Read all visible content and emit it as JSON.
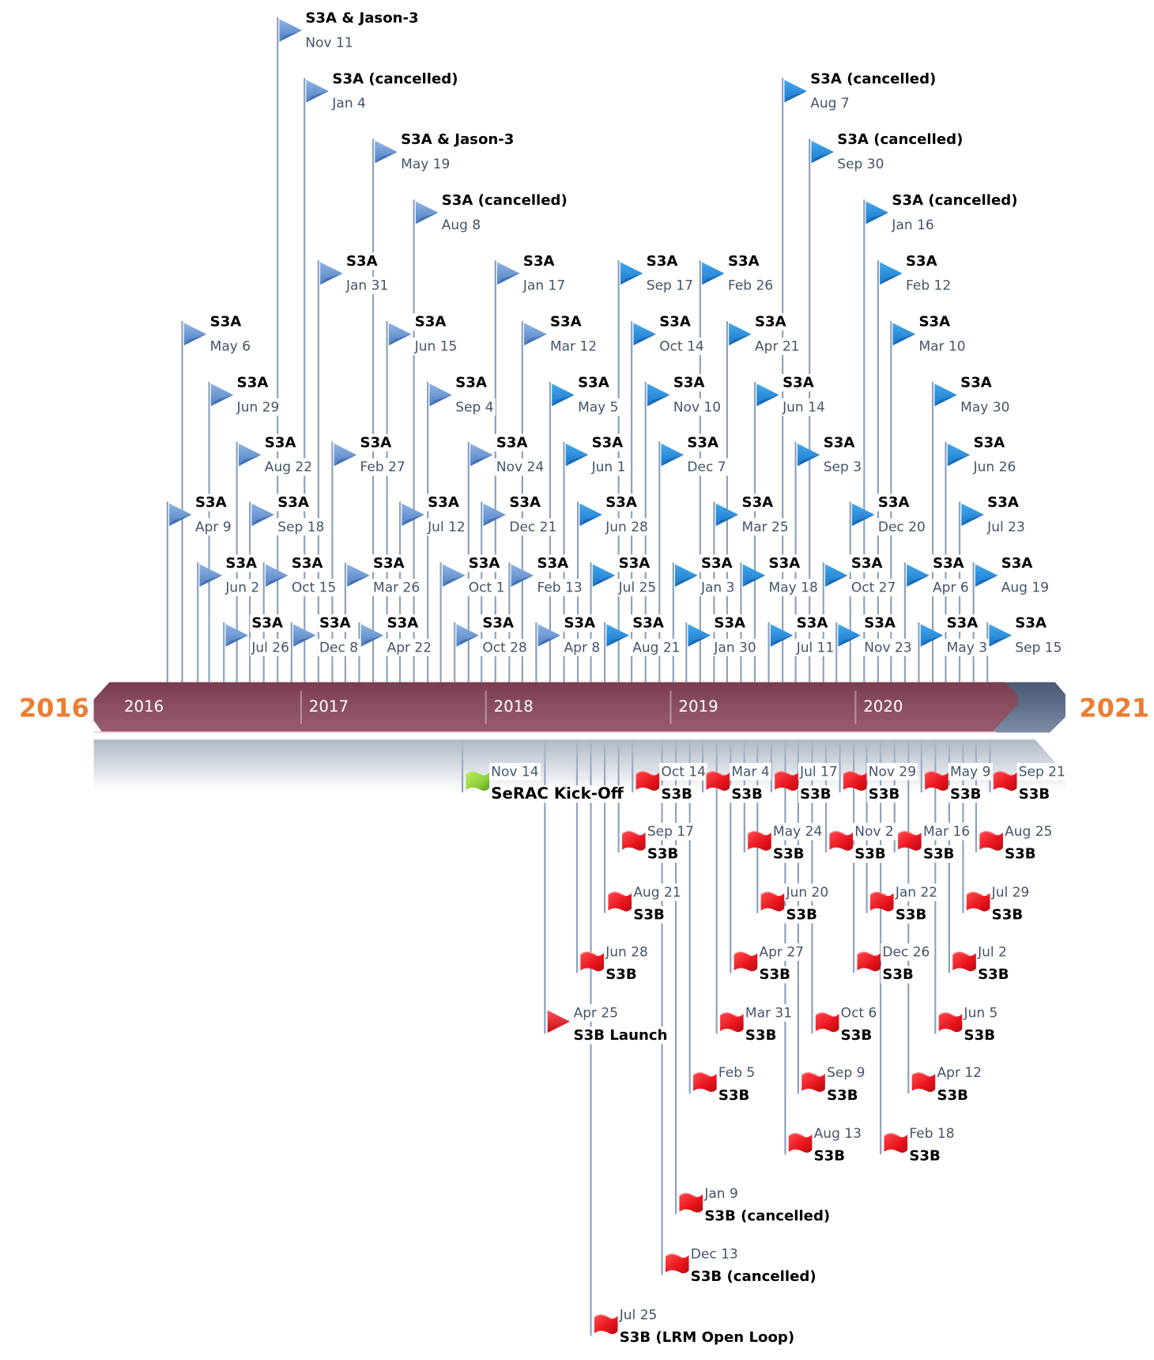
{
  "timeline": {
    "start_label": "2016",
    "end_label": "2021",
    "years": [
      "2016",
      "2017",
      "2018",
      "2019",
      "2020"
    ],
    "colors": {
      "bar": "#8c4a5e",
      "bar_end": "#5a6b86",
      "year_accent": "#ed7d31",
      "pole": "#8da2c0",
      "flag_blue_light": "#5b8fd1",
      "flag_blue": "#1a7fd0",
      "flag_red": "#e8141c",
      "flag_green": "#8ed13a",
      "date_text": "#44546a"
    }
  },
  "above_events": [
    {
      "title": "S3A",
      "date": "Apr 9"
    },
    {
      "title": "S3A",
      "date": "May 6"
    },
    {
      "title": "S3A",
      "date": "Jun 2"
    },
    {
      "title": "S3A",
      "date": "Jun 29"
    },
    {
      "title": "S3A",
      "date": "Jul 26"
    },
    {
      "title": "S3A",
      "date": "Aug 22"
    },
    {
      "title": "S3A",
      "date": "Sep 18"
    },
    {
      "title": "S3A",
      "date": "Oct 15"
    },
    {
      "title": "S3A & Jason-3",
      "date": "Nov 11"
    },
    {
      "title": "S3A",
      "date": "Dec 8"
    },
    {
      "title": "S3A (cancelled)",
      "date": "Jan 4"
    },
    {
      "title": "S3A",
      "date": "Jan 31"
    },
    {
      "title": "S3A",
      "date": "Feb 27"
    },
    {
      "title": "S3A",
      "date": "Mar 26"
    },
    {
      "title": "S3A",
      "date": "Apr 22"
    },
    {
      "title": "S3A & Jason-3",
      "date": "May 19"
    },
    {
      "title": "S3A",
      "date": "Jun 15"
    },
    {
      "title": "S3A",
      "date": "Jul 12"
    },
    {
      "title": "S3A (cancelled)",
      "date": "Aug 8"
    },
    {
      "title": "S3A",
      "date": "Sep 4"
    },
    {
      "title": "S3A",
      "date": "Oct 1"
    },
    {
      "title": "S3A",
      "date": "Oct 28"
    },
    {
      "title": "S3A",
      "date": "Nov 24"
    },
    {
      "title": "S3A",
      "date": "Dec 21"
    },
    {
      "title": "S3A",
      "date": "Jan 17"
    },
    {
      "title": "S3A",
      "date": "Feb 13"
    },
    {
      "title": "S3A",
      "date": "Mar 12"
    },
    {
      "title": "S3A",
      "date": "Apr 8"
    },
    {
      "title": "S3A",
      "date": "May 5"
    },
    {
      "title": "S3A",
      "date": "Jun 1"
    },
    {
      "title": "S3A",
      "date": "Jun 28"
    },
    {
      "title": "S3A",
      "date": "Jul 25"
    },
    {
      "title": "S3A",
      "date": "Aug 21"
    },
    {
      "title": "S3A",
      "date": "Sep 17"
    },
    {
      "title": "S3A",
      "date": "Oct 14"
    },
    {
      "title": "S3A",
      "date": "Nov 10"
    },
    {
      "title": "S3A",
      "date": "Dec 7"
    },
    {
      "title": "S3A",
      "date": "Jan 3"
    },
    {
      "title": "S3A",
      "date": "Jan 30"
    },
    {
      "title": "S3A",
      "date": "Feb 26"
    },
    {
      "title": "S3A",
      "date": "Mar 25"
    },
    {
      "title": "S3A",
      "date": "Apr 21"
    },
    {
      "title": "S3A",
      "date": "May 18"
    },
    {
      "title": "S3A",
      "date": "Jun 14"
    },
    {
      "title": "S3A",
      "date": "Jul 11"
    },
    {
      "title": "S3A (cancelled)",
      "date": "Aug 7"
    },
    {
      "title": "S3A",
      "date": "Sep 3"
    },
    {
      "title": "S3A (cancelled)",
      "date": "Sep 30"
    },
    {
      "title": "S3A",
      "date": "Oct 27"
    },
    {
      "title": "S3A",
      "date": "Nov 23"
    },
    {
      "title": "S3A",
      "date": "Dec 20"
    },
    {
      "title": "S3A (cancelled)",
      "date": "Jan 16"
    },
    {
      "title": "S3A",
      "date": "Feb 12"
    },
    {
      "title": "S3A",
      "date": "Mar 10"
    },
    {
      "title": "S3A",
      "date": "Apr 6"
    },
    {
      "title": "S3A",
      "date": "May 3"
    },
    {
      "title": "S3A",
      "date": "May 30"
    },
    {
      "title": "S3A",
      "date": "Jun 26"
    },
    {
      "title": "S3A",
      "date": "Jul 23"
    },
    {
      "title": "S3A",
      "date": "Aug 19"
    },
    {
      "title": "S3A",
      "date": "Sep 15"
    }
  ],
  "below_events": [
    {
      "title": "SeRAC Kick-Off",
      "date": "Nov 14",
      "kind": "green"
    },
    {
      "title": "S3B Launch",
      "date": "Apr 25",
      "kind": "launch"
    },
    {
      "title": "S3B",
      "date": "Jun 28",
      "kind": "red"
    },
    {
      "title": "S3B (LRM Open Loop)",
      "date": "Jul 25",
      "kind": "red"
    },
    {
      "title": "S3B",
      "date": "Aug 21",
      "kind": "red"
    },
    {
      "title": "S3B",
      "date": "Sep 17",
      "kind": "red"
    },
    {
      "title": "S3B",
      "date": "Oct 14",
      "kind": "red"
    },
    {
      "title": "S3B (cancelled)",
      "date": "Dec 13",
      "kind": "red"
    },
    {
      "title": "S3B (cancelled)",
      "date": "Jan 9",
      "kind": "red"
    },
    {
      "title": "S3B",
      "date": "Feb 5",
      "kind": "red"
    },
    {
      "title": "S3B",
      "date": "Mar 4",
      "kind": "red"
    },
    {
      "title": "S3B",
      "date": "Mar 31",
      "kind": "red"
    },
    {
      "title": "S3B",
      "date": "Apr 27",
      "kind": "red"
    },
    {
      "title": "S3B",
      "date": "May 24",
      "kind": "red"
    },
    {
      "title": "S3B",
      "date": "Jun 20",
      "kind": "red"
    },
    {
      "title": "S3B",
      "date": "Jul 17",
      "kind": "red"
    },
    {
      "title": "S3B",
      "date": "Aug 13",
      "kind": "red"
    },
    {
      "title": "S3B",
      "date": "Sep 9",
      "kind": "red"
    },
    {
      "title": "S3B",
      "date": "Oct 6",
      "kind": "red"
    },
    {
      "title": "S3B",
      "date": "Nov 2",
      "kind": "red"
    },
    {
      "title": "S3B",
      "date": "Nov 29",
      "kind": "red"
    },
    {
      "title": "S3B",
      "date": "Dec 26",
      "kind": "red"
    },
    {
      "title": "S3B",
      "date": "Jan 22",
      "kind": "red"
    },
    {
      "title": "S3B",
      "date": "Feb 18",
      "kind": "red"
    },
    {
      "title": "S3B",
      "date": "Mar 16",
      "kind": "red"
    },
    {
      "title": "S3B",
      "date": "Apr 12",
      "kind": "red"
    },
    {
      "title": "S3B",
      "date": "May 9",
      "kind": "red"
    },
    {
      "title": "S3B",
      "date": "Jun 5",
      "kind": "red"
    },
    {
      "title": "S3B",
      "date": "Jul 2",
      "kind": "red"
    },
    {
      "title": "S3B",
      "date": "Jul 29",
      "kind": "red"
    },
    {
      "title": "S3B",
      "date": "Aug 25",
      "kind": "red"
    },
    {
      "title": "S3B",
      "date": "Sep 21",
      "kind": "red"
    }
  ]
}
